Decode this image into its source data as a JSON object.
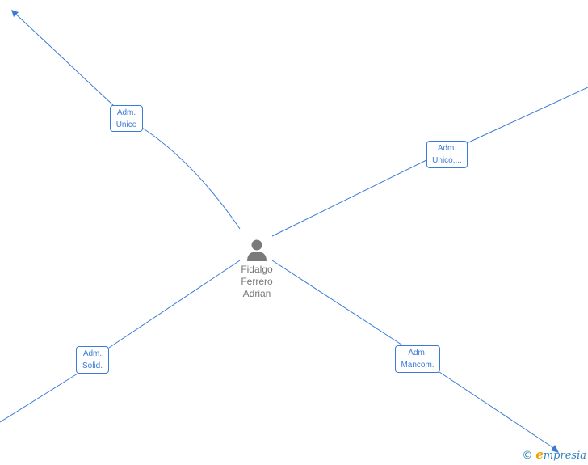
{
  "center": {
    "name_lines": [
      "Fidalgo",
      "Ferrero",
      "Adrian"
    ]
  },
  "roles": [
    {
      "id": "top-left",
      "lines": [
        "Adm.",
        "Unico"
      ]
    },
    {
      "id": "top-right",
      "lines": [
        "Adm.",
        "Unico,..."
      ]
    },
    {
      "id": "bottom-left",
      "lines": [
        "Adm.",
        "Solid."
      ]
    },
    {
      "id": "bottom-right",
      "lines": [
        "Adm.",
        "Mancom."
      ]
    }
  ],
  "brand": {
    "copyright": "©",
    "logo_e": "e",
    "logo_rest": "mpresia"
  },
  "colors": {
    "edge": "#3a7bd5",
    "person_icon": "#7a7a7a"
  }
}
